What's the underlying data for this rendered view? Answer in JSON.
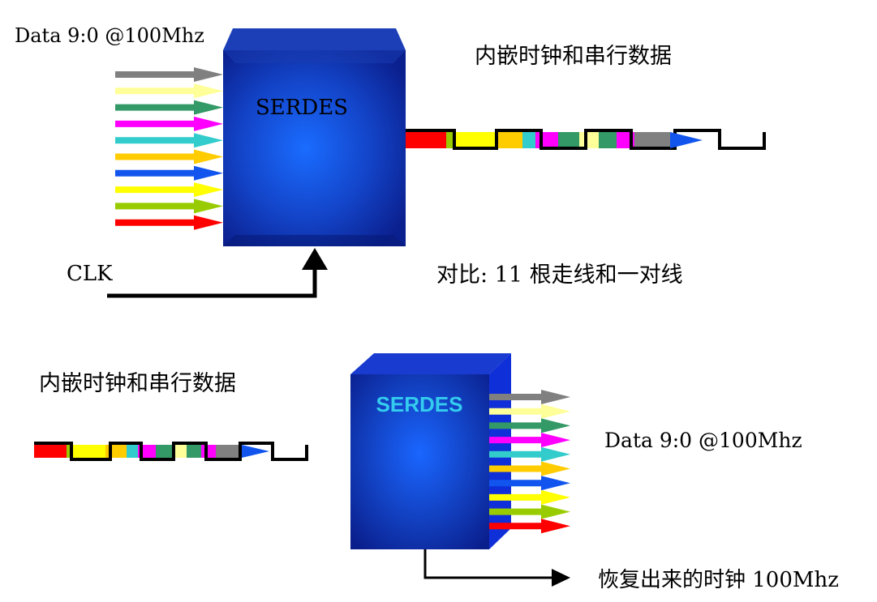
{
  "top": {
    "input_label": "Data 9:0 @100Mhz",
    "block_label": "SERDES",
    "serial_label": "内嵌时钟和串行数据",
    "clk_label": "CLK",
    "compare_label": "对比: 11 根走线和一对线"
  },
  "bottom": {
    "serial_label": "内嵌时钟和串行数据",
    "block_label": "SERDES",
    "output_label": "Data 9:0 @100Mhz",
    "clock_label": "恢复出来的时钟 100Mhz"
  },
  "colors": {
    "lanes": [
      "#808080",
      "#ffff99",
      "#339966",
      "#ff00ff",
      "#33cccc",
      "#ffcc00",
      "#1155ee",
      "#ffff00",
      "#99cc00",
      "#ff0000"
    ],
    "stream": [
      "#ff0000",
      "#99cc00",
      "#ffff00",
      "#ffcc00",
      "#33cccc",
      "#ff00ff",
      "#339966",
      "#ffff99",
      "#808080",
      "#1155ee"
    ],
    "block_dark": "#0a1e8c",
    "block_light": "#1a66ff",
    "serdes_text_top": "#22d8f0",
    "serdes_text_bottom": "#33ccee"
  },
  "icons": [
    "input-lane-arrow-icon",
    "serial-stream-arrow-icon",
    "clock-arrow-icon"
  ]
}
